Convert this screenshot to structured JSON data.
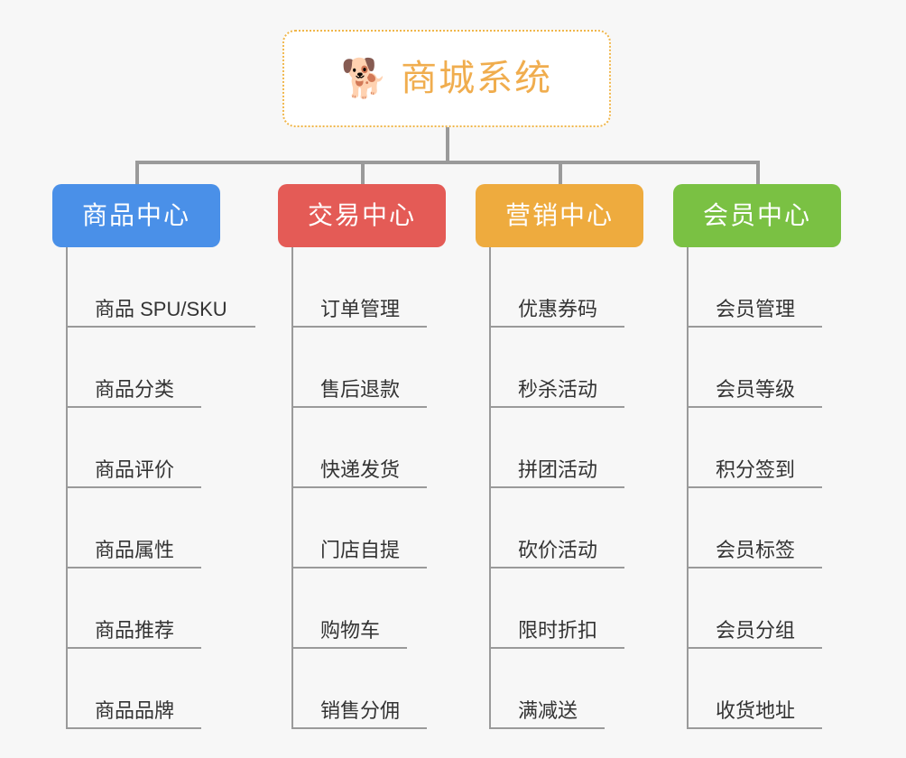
{
  "background_color": "#f7f7f7",
  "root": {
    "icon": "shiba-dog-face-emoji",
    "icon_glyph": "🐕",
    "title": "商城系统",
    "title_color": "#f0ad4e",
    "border_color": "#f0b64a",
    "fill_color": "#ffffff"
  },
  "connector_color": "#9a9a9a",
  "columns": [
    {
      "id": "product-center",
      "label": "商品中心",
      "color": "#4a90e8",
      "items": [
        {
          "label": "商品 SPU/SKU",
          "underline_width": 208
        },
        {
          "label": "商品分类",
          "underline_width": 148
        },
        {
          "label": "商品评价",
          "underline_width": 148
        },
        {
          "label": "商品属性",
          "underline_width": 148
        },
        {
          "label": "商品推荐",
          "underline_width": 148
        },
        {
          "label": "商品品牌",
          "underline_width": 148
        }
      ]
    },
    {
      "id": "trade-center",
      "label": "交易中心",
      "color": "#e45b56",
      "items": [
        {
          "label": "订单管理",
          "underline_width": 148
        },
        {
          "label": "售后退款",
          "underline_width": 148
        },
        {
          "label": "快递发货",
          "underline_width": 148
        },
        {
          "label": "门店自提",
          "underline_width": 148
        },
        {
          "label": "购物车",
          "underline_width": 126
        },
        {
          "label": "销售分佣",
          "underline_width": 148
        }
      ]
    },
    {
      "id": "marketing-center",
      "label": "营销中心",
      "color": "#eeab3e",
      "items": [
        {
          "label": "优惠券码",
          "underline_width": 148
        },
        {
          "label": "秒杀活动",
          "underline_width": 148
        },
        {
          "label": "拼团活动",
          "underline_width": 148
        },
        {
          "label": "砍价活动",
          "underline_width": 148
        },
        {
          "label": "限时折扣",
          "underline_width": 148
        },
        {
          "label": "满减送",
          "underline_width": 126
        }
      ]
    },
    {
      "id": "member-center",
      "label": "会员中心",
      "color": "#7ac143",
      "items": [
        {
          "label": "会员管理",
          "underline_width": 148
        },
        {
          "label": "会员等级",
          "underline_width": 148
        },
        {
          "label": "积分签到",
          "underline_width": 148
        },
        {
          "label": "会员标签",
          "underline_width": 148
        },
        {
          "label": "会员分组",
          "underline_width": 148
        },
        {
          "label": "收货地址",
          "underline_width": 148
        }
      ]
    }
  ]
}
